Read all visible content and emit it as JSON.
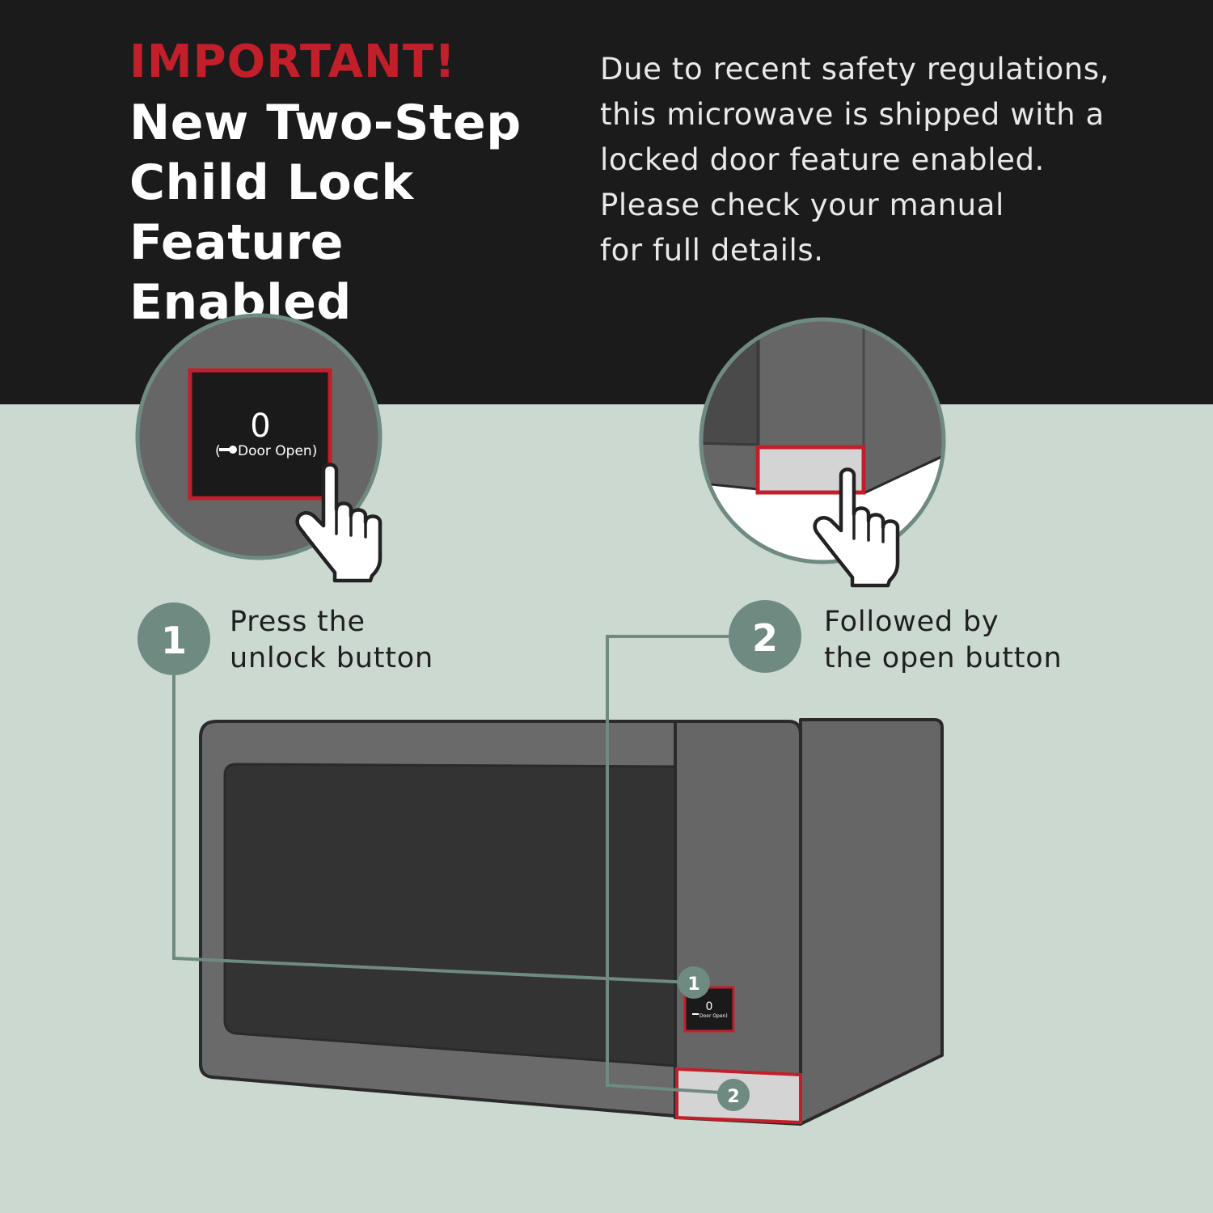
{
  "header": {
    "important": "IMPORTANT!",
    "title_lines": [
      "New Two-Step",
      "Child Lock",
      "Feature Enabled"
    ],
    "notice_lines": [
      "Due to recent safety regulations,",
      "this microwave is shipped with a",
      "locked door feature enabled.",
      "Please check your manual",
      "for full details."
    ]
  },
  "button_panel": {
    "digit": "0",
    "label": "Door Open)",
    "open_paren": "(",
    "icon": "key-icon"
  },
  "steps": [
    {
      "number": "1",
      "lines": [
        "Press the",
        "unlock button"
      ]
    },
    {
      "number": "2",
      "lines": [
        "Followed by",
        "the open button"
      ]
    }
  ],
  "colors": {
    "background_top": "#1b1b1b",
    "background_bottom": "#cbd9d0",
    "accent_red": "#c21f2b",
    "badge_gray": "#6f8a80",
    "microwave_body": "#666666",
    "microwave_window": "#333333"
  }
}
